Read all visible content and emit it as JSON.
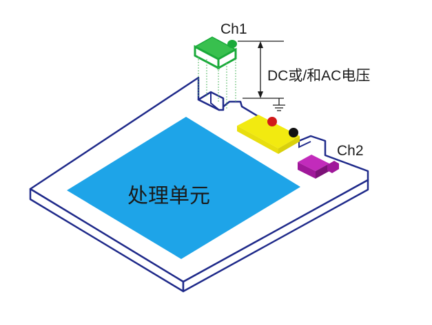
{
  "labels": {
    "ch1": "Ch1",
    "ch2": "Ch2",
    "voltage": "DC或/和AC电压",
    "processing_unit": "处理单元"
  },
  "colors": {
    "outline": "#1f2a8a",
    "processing_unit": "#1ea4e8",
    "ch1_probe": "#1aaa3a",
    "ch2_probe": "#a0189a",
    "connector": "#f2ea10",
    "terminal_red": "#d11a1a",
    "terminal_black": "#111111",
    "guide_line": "#5ab86a"
  }
}
